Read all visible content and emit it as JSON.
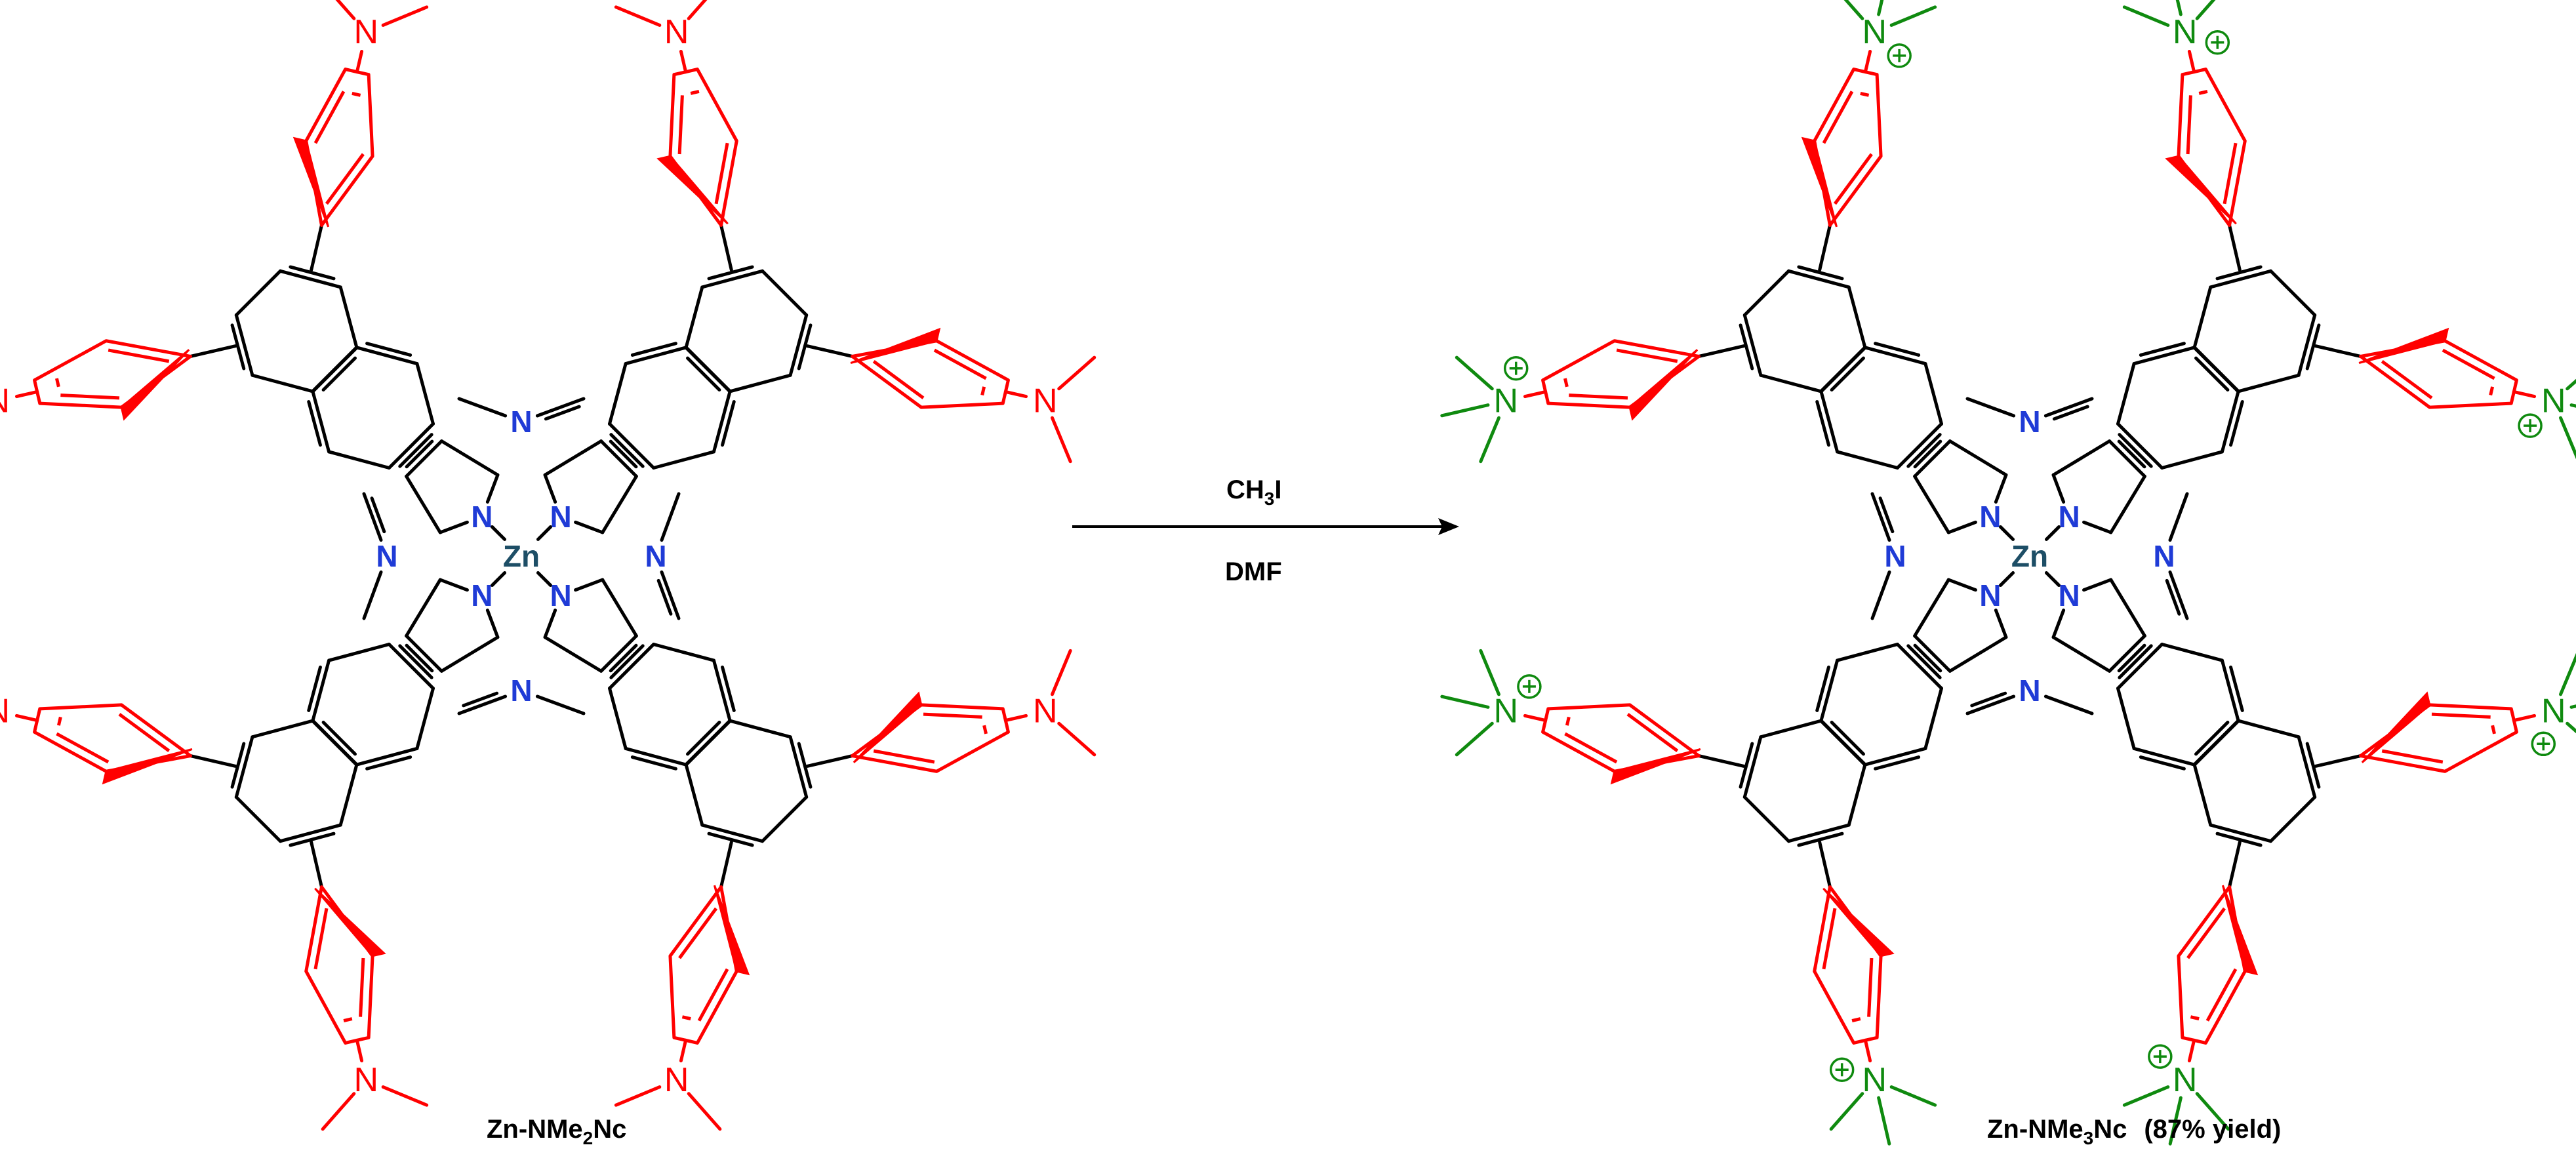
{
  "reaction": {
    "reagent_above": {
      "main": "CH",
      "sub": "3",
      "tail": "I"
    },
    "reagent_below": "DMF"
  },
  "reactant": {
    "label": {
      "main": "Zn-NMe",
      "sub": "2",
      "tail": "Nc"
    },
    "metal": "Zn",
    "bridge_atom": "N",
    "substituent": "N",
    "substituent_color": "#ff0000"
  },
  "product": {
    "label": {
      "main": "Zn-NMe",
      "sub": "3",
      "tail": "Nc",
      "yield": "(87% yield)"
    },
    "metal": "Zn",
    "bridge_atom": "N",
    "substituent": "N",
    "charge": "+",
    "substituent_color": "#0f8a0f"
  },
  "colors": {
    "core_bonds": "#000000",
    "nitrogen": "#1f3bd6",
    "zinc": "#1d4e66",
    "aryl_rings": "#ff0000",
    "dimethylamino": "#ff0000",
    "trimethylammonium": "#0f8a0f"
  }
}
